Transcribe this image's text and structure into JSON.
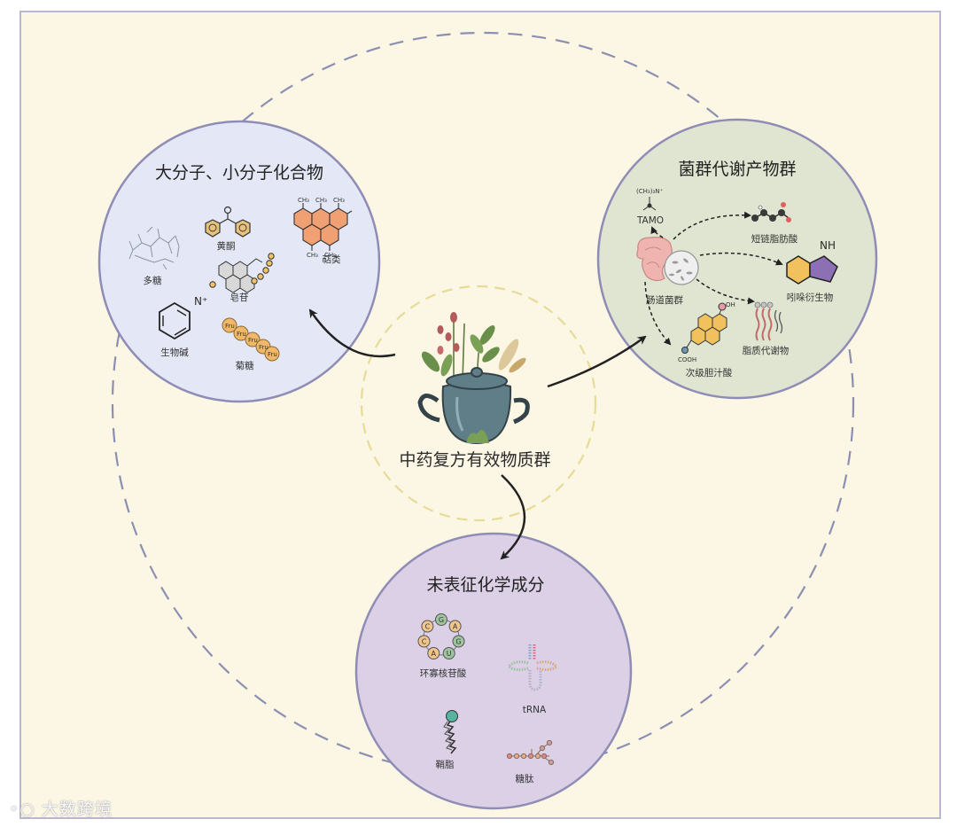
{
  "center": {
    "title": "中药复方有效物质群"
  },
  "panel_left": {
    "title": "大分子、小分子化合物",
    "items": {
      "polysaccharide": "多糖",
      "flavone": "黄酮",
      "terpene": "萜类",
      "saponin": "皂苷",
      "alkaloid": "生物碱",
      "inulin": "菊糖",
      "n_plus": "N⁺",
      "fru": "Fru"
    }
  },
  "panel_right": {
    "title": "菌群代谢产物群",
    "items": {
      "tamo": "TAMO",
      "tamo_formula": "(CH₃)₃N⁺",
      "scfa": "短链脂肪酸",
      "gut_flora": "肠道菌群",
      "indole": "吲哚衍生物",
      "nh": "NH",
      "oh": "OH",
      "cooh": "COOH",
      "bile_acid": "次级胆汁酸",
      "lipid": "脂质代谢物"
    }
  },
  "panel_bottom": {
    "title": "未表征化学成分",
    "items": {
      "cyclic_nucleotide": "环寡核苷酸",
      "trna": "tRNA",
      "sheath_lipid": "鞘脂",
      "glycopeptide": "糖肽",
      "ring_letters": [
        "G",
        "A",
        "G",
        "U",
        "A",
        "C",
        "C"
      ]
    }
  },
  "watermark": "大数跨境",
  "colors": {
    "background": "#fcf6e4",
    "frame_border": "#b9b6cf",
    "left_circle": "#e4e8f6",
    "right_circle": "#dfe5d0",
    "bottom_circle": "#dcd0e6",
    "circle_border": "#8f8cb6",
    "outer_dashed_ring": "#8d8fb2",
    "inner_dashed_ring": "#e6dc98"
  }
}
